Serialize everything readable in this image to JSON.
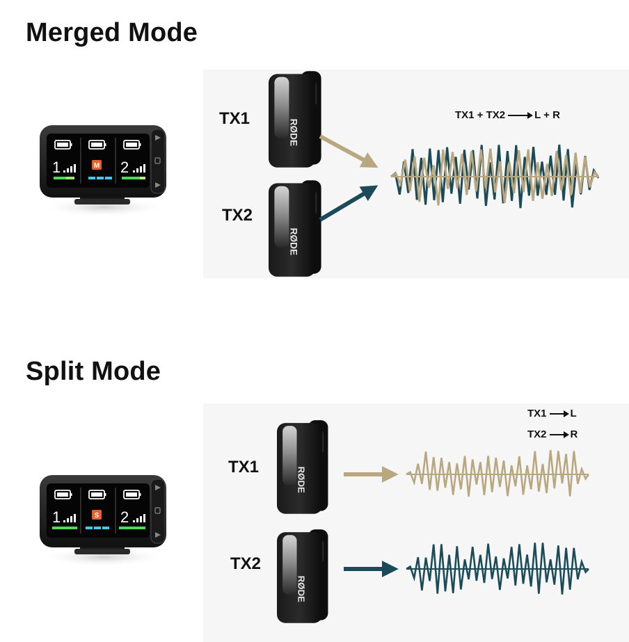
{
  "merged": {
    "title": "Merged Mode",
    "tx1_label": "TX1",
    "tx2_label": "TX2",
    "routing": {
      "source": "TX1 + TX2",
      "target": "L + R"
    },
    "receiver": {
      "channel_1": "1",
      "channel_2": "2",
      "mode_badge": "M"
    }
  },
  "split": {
    "title": "Split Mode",
    "tx1_label": "TX1",
    "tx2_label": "TX2",
    "routing": [
      {
        "source": "TX1",
        "target": "L"
      },
      {
        "source": "TX2",
        "target": "R"
      }
    ],
    "receiver": {
      "channel_1": "1",
      "channel_2": "2",
      "mode_badge": "S"
    }
  },
  "brand": "RØDE",
  "colors": {
    "tx1_wave": "#b9a77f",
    "tx2_wave": "#1b4a58",
    "mode_badge_merged": "#e8612c",
    "mode_badge_split": "#e8612c",
    "meter_green": "#4fd85a",
    "meter_cyan": "#44c8e8"
  }
}
